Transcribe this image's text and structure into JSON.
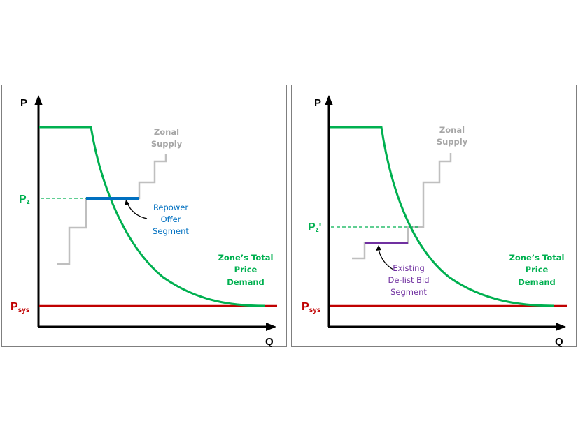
{
  "colors": {
    "demand": "#00b050",
    "system_price": "#c00000",
    "supply": "#bfbfbf",
    "repower": "#0070c0",
    "delist": "#7030a0",
    "axis": "#000000",
    "frame": "#7f7f7f"
  },
  "left": {
    "y_axis_label": "P",
    "x_axis_label": "Q",
    "price_label_main": "P",
    "price_label_sub": "z",
    "price_label_suffix": "",
    "psys_main": "P",
    "psys_sub": "sys",
    "supply_label_line1": "Zonal",
    "supply_label_line2": "Supply",
    "segment_label_line1": "Repower",
    "segment_label_line2": "Offer",
    "segment_label_line3": "Segment",
    "demand_label_line1": "Zone’s Total",
    "demand_label_line2": "Price",
    "demand_label_line3": "Demand"
  },
  "right": {
    "y_axis_label": "P",
    "x_axis_label": "Q",
    "price_label_main": "P",
    "price_label_sub": "z",
    "price_label_suffix": "'",
    "psys_main": "P",
    "psys_sub": "sys",
    "supply_label_line1": "Zonal",
    "supply_label_line2": "Supply",
    "segment_label_line1": "Existing",
    "segment_label_line2": "De-list Bid",
    "segment_label_line3": "Segment",
    "demand_label_line1": "Zone’s Total",
    "demand_label_line2": "Price",
    "demand_label_line3": "Demand"
  }
}
